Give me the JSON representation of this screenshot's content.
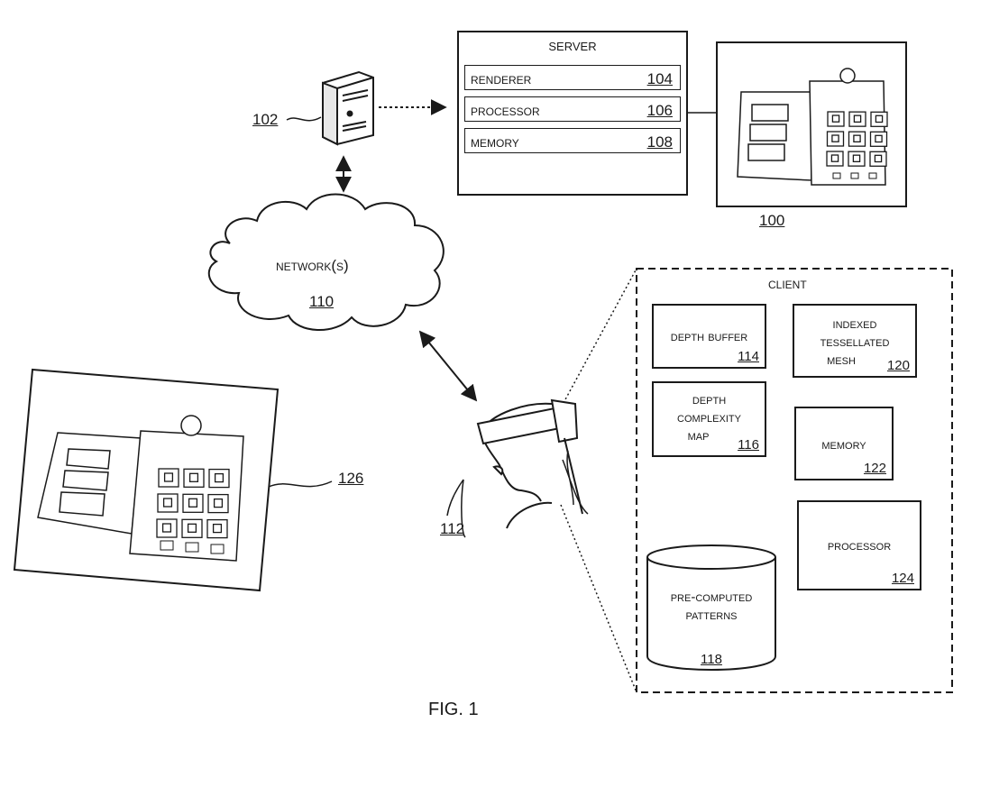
{
  "figure": {
    "caption": "FIG. 1"
  },
  "server": {
    "title": "Server",
    "ref": "102",
    "rows": [
      {
        "label": "Renderer",
        "number": "104"
      },
      {
        "label": "Processor",
        "number": "106"
      },
      {
        "label": "Memory",
        "number": "108"
      }
    ]
  },
  "image_top": {
    "ref": "100"
  },
  "image_left": {
    "ref": "126"
  },
  "network": {
    "label": "Network(s)",
    "ref": "110"
  },
  "user": {
    "ref": "112"
  },
  "client": {
    "title": "Client",
    "depth_buffer": {
      "line1": "Depth Buffer",
      "number": "114"
    },
    "indexed_mesh": {
      "line1": "Indexed",
      "line2": "Tessellated",
      "line3": "Mesh",
      "number": "120"
    },
    "depth_complexity": {
      "line1": "Depth",
      "line2": "Complexity",
      "line3": "Map",
      "number": "116"
    },
    "memory": {
      "line1": "Memory",
      "number": "122"
    },
    "processor": {
      "line1": "Processor",
      "number": "124"
    },
    "patterns": {
      "line1": "Pre-Computed",
      "line2": "Patterns",
      "number": "118"
    }
  },
  "icons": [
    "server-tower-icon",
    "cloud-icon",
    "vr-headset-user-icon",
    "bidirectional-arrow-icon",
    "dotted-arrow-icon",
    "database-cylinder-icon"
  ]
}
